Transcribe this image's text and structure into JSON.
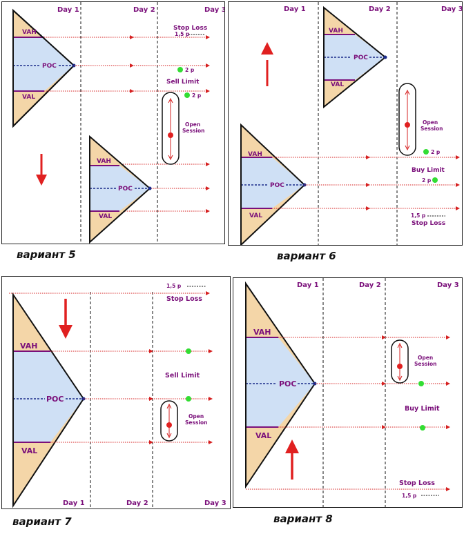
{
  "days": [
    "Day 1",
    "Day 2",
    "Day 3"
  ],
  "zones": {
    "high": "VAH",
    "poc": "POC",
    "low": "VAL"
  },
  "open_session": [
    "Open",
    "Session"
  ],
  "panels": [
    {
      "caption": "вариант 5",
      "order": "Sell Limit",
      "stop": "Stop Loss",
      "pip_stop": "1,5 p",
      "pip_order": "2 p",
      "direction": "down"
    },
    {
      "caption": "вариант 6",
      "order": "Buy Limit",
      "stop": "Stop Loss",
      "pip_stop": "1,5 p",
      "pip_order": "2 p",
      "direction": "up"
    },
    {
      "caption": "вариант 7",
      "order": "Sell Limit",
      "stop": "Stop Loss",
      "pip_stop": "1,5 p",
      "direction": "down"
    },
    {
      "caption": "вариант 8",
      "order": "Buy Limit",
      "stop": "Stop Loss",
      "pip_stop": "1,5 p",
      "direction": "up"
    }
  ],
  "colors": {
    "triangle_fill": "#f4d6a8",
    "value_area": "#cfe0f5",
    "level_line": "#d62020",
    "poc_line": "#1a2a8a",
    "label_purple": "#7a0f7a",
    "arrow_red": "#e02020",
    "entry_dot": "#33dd33"
  }
}
